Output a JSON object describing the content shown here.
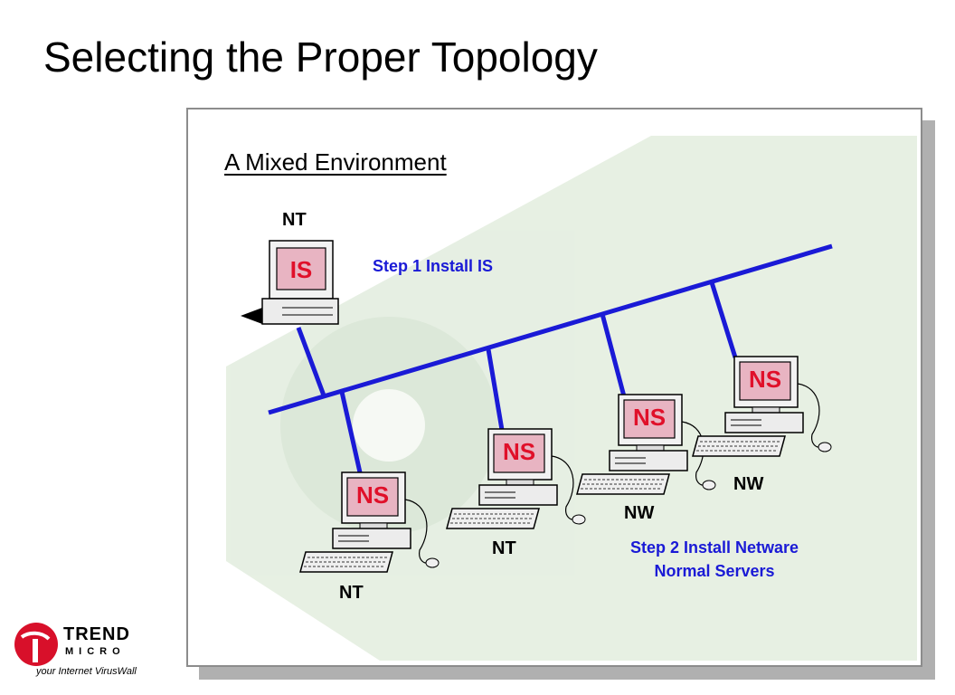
{
  "slide": {
    "title": "Selecting the Proper Topology"
  },
  "panel": {
    "subtitle": "A Mixed Environment"
  },
  "nodes": [
    {
      "screen": "IS",
      "os": "NT"
    },
    {
      "screen": "NS",
      "os": "NT"
    },
    {
      "screen": "NS",
      "os": "NT"
    },
    {
      "screen": "NS",
      "os": "NW"
    },
    {
      "screen": "NS",
      "os": "NW"
    }
  ],
  "steps": {
    "step1": "Step 1 Install IS",
    "step2_line1": "Step 2 Install Netware",
    "step2_line2": "Normal Servers"
  },
  "logo": {
    "word1": "TREND",
    "word2": "MICRO",
    "tagline": "your Internet VirusWall"
  },
  "colors": {
    "network": "#1a1ad6",
    "step_text": "#1a1ad6",
    "screen_label": "#e0102a",
    "logo_red": "#d8102a"
  }
}
